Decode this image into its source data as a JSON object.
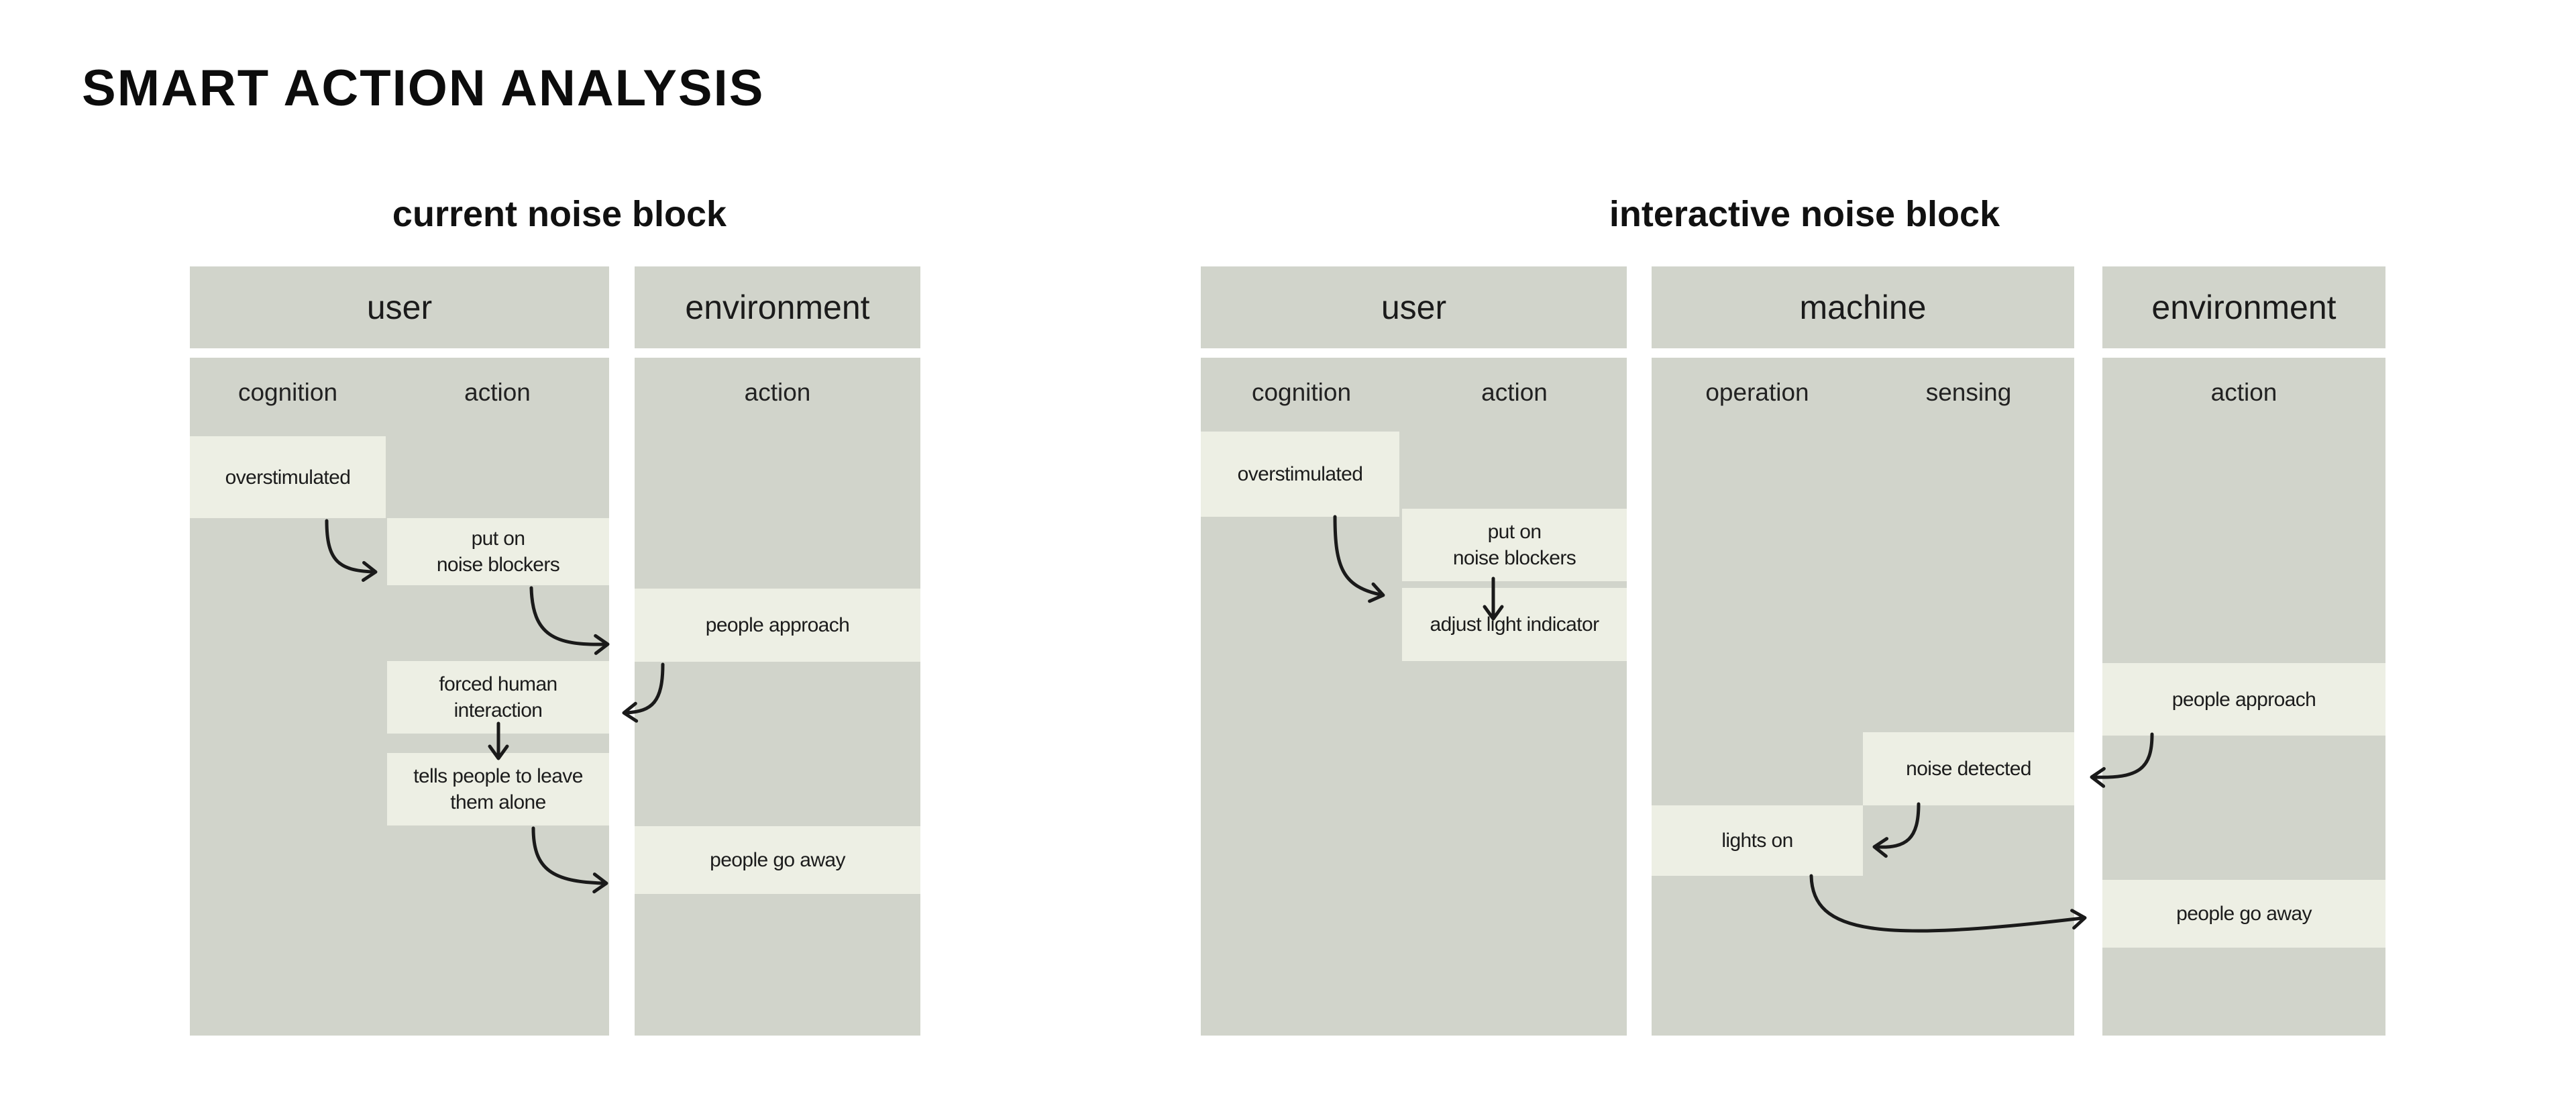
{
  "title": "SMART ACTION ANALYSIS",
  "colors": {
    "background": "#ffffff",
    "column_bg": "#d1d4cb",
    "node_bg": "#edefe4",
    "arrow": "#1a1a1a",
    "text": "#1d1d1d"
  },
  "diagrams": [
    {
      "subtitle": "current noise block",
      "columns": [
        {
          "header": "user",
          "lanes": [
            {
              "label": "cognition"
            },
            {
              "label": "action"
            }
          ]
        },
        {
          "header": "environment",
          "lanes": [
            {
              "label": "action"
            }
          ]
        }
      ],
      "nodes": [
        {
          "label": "overstimulated",
          "lane": "user / cognition"
        },
        {
          "label": "put on\nnoise blockers",
          "lane": "user / action"
        },
        {
          "label": "people approach",
          "lane": "environment / action"
        },
        {
          "label": "forced human\ninteraction",
          "lane": "user / action"
        },
        {
          "label": "tells people to leave\nthem alone",
          "lane": "user / action"
        },
        {
          "label": "people go away",
          "lane": "environment / action"
        }
      ],
      "flows": [
        {
          "from": "overstimulated",
          "to": "put on noise blockers"
        },
        {
          "from": "put on noise blockers",
          "to": "people approach"
        },
        {
          "from": "people approach",
          "to": "forced human interaction"
        },
        {
          "from": "forced human interaction",
          "to": "tells people to leave them alone"
        },
        {
          "from": "tells people to leave them alone",
          "to": "people go away"
        }
      ]
    },
    {
      "subtitle": "interactive noise block",
      "columns": [
        {
          "header": "user",
          "lanes": [
            {
              "label": "cognition"
            },
            {
              "label": "action"
            }
          ]
        },
        {
          "header": "machine",
          "lanes": [
            {
              "label": "operation"
            },
            {
              "label": "sensing"
            }
          ]
        },
        {
          "header": "environment",
          "lanes": [
            {
              "label": "action"
            }
          ]
        }
      ],
      "nodes": [
        {
          "label": "overstimulated",
          "lane": "user / cognition"
        },
        {
          "label": "put on\nnoise blockers",
          "lane": "user / action"
        },
        {
          "label": "adjust light indicator",
          "lane": "user / action"
        },
        {
          "label": "people approach",
          "lane": "environment / action"
        },
        {
          "label": "noise detected",
          "lane": "machine / sensing"
        },
        {
          "label": "lights on",
          "lane": "machine / operation"
        },
        {
          "label": "people go away",
          "lane": "environment / action"
        }
      ],
      "flows": [
        {
          "from": "overstimulated",
          "to": "put on noise blockers"
        },
        {
          "from": "put on noise blockers",
          "to": "adjust light indicator"
        },
        {
          "from": "people approach",
          "to": "noise detected"
        },
        {
          "from": "noise detected",
          "to": "lights on"
        },
        {
          "from": "lights on",
          "to": "people go away"
        }
      ]
    }
  ]
}
